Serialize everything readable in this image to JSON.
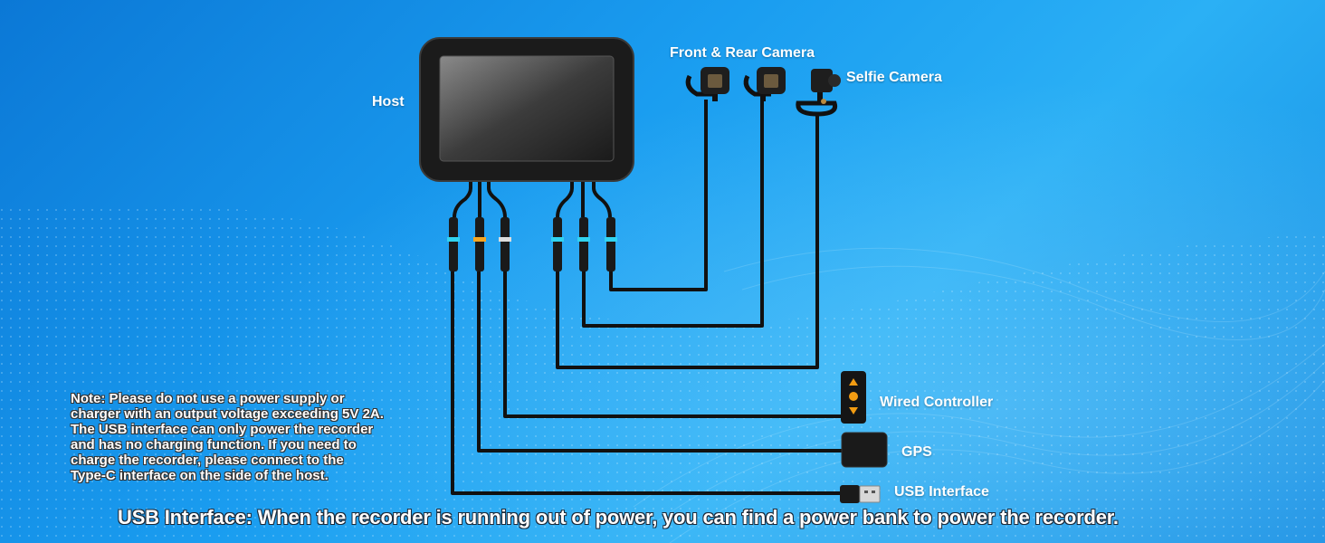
{
  "labels": {
    "host": "Host",
    "front_rear_camera": "Front & Rear Camera",
    "selfie_camera": "Selfie Camera",
    "wired_controller": "Wired Controller",
    "gps": "GPS",
    "usb_interface": "USB Interface"
  },
  "note_lines": [
    "Note: Please do not use a power supply or",
    "charger with an output voltage exceeding 5V 2A.",
    "The USB interface can only power the recorder",
    "and has no charging function. If you need to",
    "charge the recorder, please connect to the",
    "Type-C interface on the side of the host."
  ],
  "bottom_caption": "USB Interface: When the recorder is running out of power, you can find a power bank to power the recorder.",
  "colors": {
    "background_dark": "#0b78d6",
    "background_light": "#2bb0f5",
    "cable": "#111111",
    "connector_orange": "#f5a623",
    "connector_cyan": "#31d3f0",
    "controller_orange": "#f39c12"
  }
}
